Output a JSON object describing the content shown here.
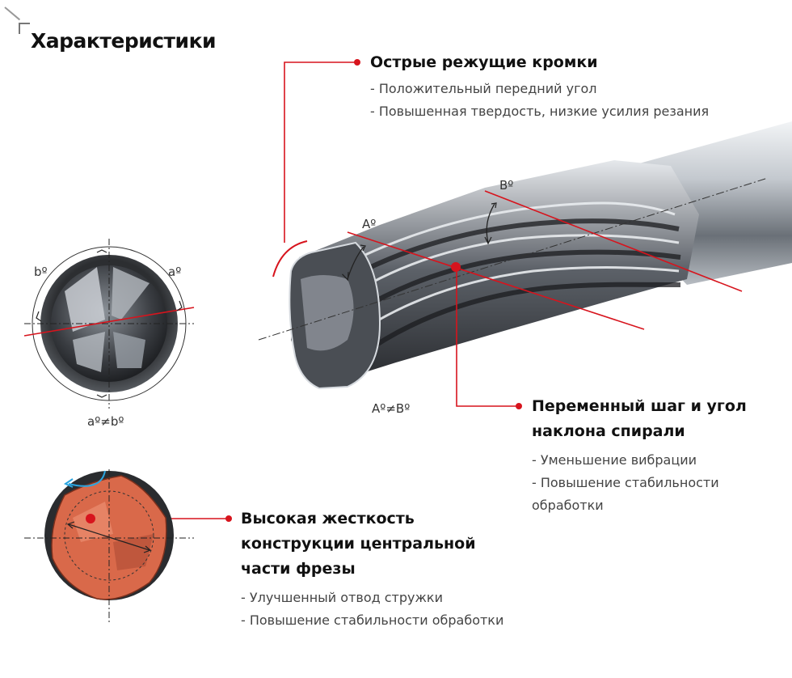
{
  "title": "Характеристики",
  "features": [
    {
      "heading_lines": [
        "Острые режущие кромки"
      ],
      "bullets": [
        "- Положительный передний угол",
        "- Повышенная твердость, низкие усилия резания"
      ]
    },
    {
      "heading_lines": [
        "Переменный шаг и угол",
        "наклона спирали"
      ],
      "bullets": [
        "- Уменьшение вибрации",
        "- Повышение стабильности обработки"
      ]
    },
    {
      "heading_lines": [
        "Высокая жесткость",
        "конструкции центральной",
        "части фрезы"
      ],
      "bullets": [
        "- Улучшенный отвод стружки",
        "- Повышение стабильности обработки"
      ]
    }
  ],
  "diagram_labels": {
    "a_deg": "aº",
    "b_deg": "bº",
    "a_neq_b": "aº≠bº",
    "A_deg": "Aº",
    "B_deg": "Bº",
    "A_neq_B": "Aº≠Bº"
  },
  "colors": {
    "accent_red": "#d7141d",
    "copper": "#d9694a",
    "steel_dark": "#2e3033",
    "steel_light": "#c8ccd2",
    "arrow_blue": "#2aa5e0"
  }
}
